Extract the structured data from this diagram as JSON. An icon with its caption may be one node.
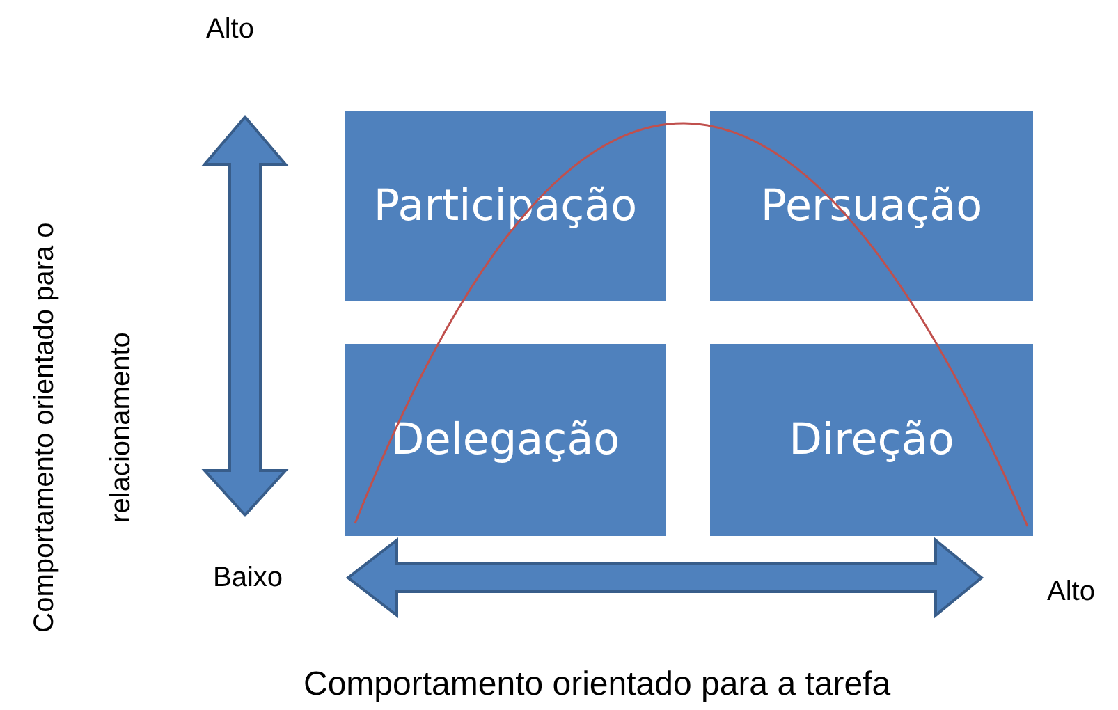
{
  "diagram": {
    "nodes": [
      {
        "text": [
          "Participação"
        ]
      },
      {
        "text": [
          "Persuação"
        ]
      },
      {
        "text": [
          "Delegação"
        ]
      },
      {
        "text": [
          "Direção"
        ]
      }
    ],
    "labels": [
      "Alto",
      "Comportamento orientado para o relacionamento",
      "Baixo",
      "Alto",
      "Comportamento orientado para a tarefa"
    ]
  }
}
